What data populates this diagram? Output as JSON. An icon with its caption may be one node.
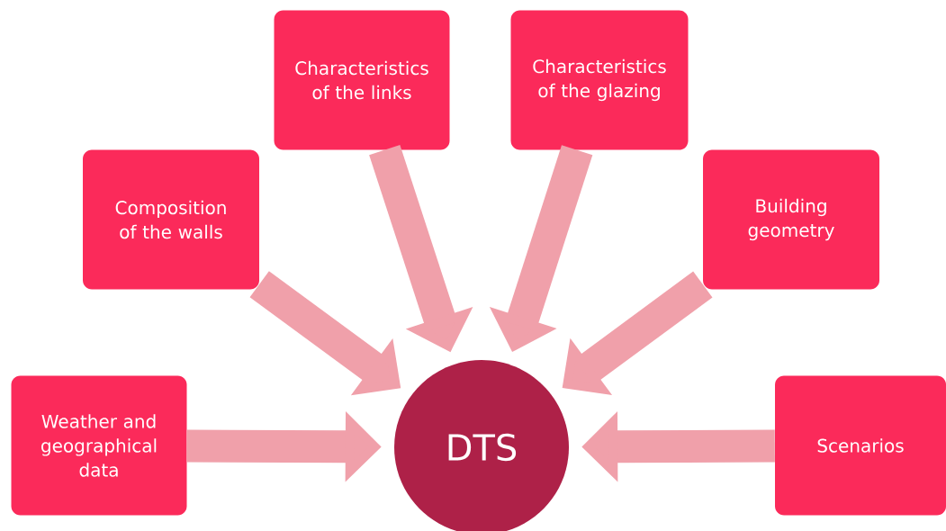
{
  "diagram": {
    "nodes": [
      {
        "text": [
          "Characteristics of the links"
        ]
      },
      {
        "text": [
          "Characteristics of the glazing"
        ]
      },
      {
        "text": [
          "Composition of the walls"
        ]
      },
      {
        "text": [
          "Building geometry"
        ]
      },
      {
        "text": [
          "Weather and geographical data"
        ]
      },
      {
        "text": [
          "DTS"
        ]
      },
      {
        "text": [
          "Scenarios"
        ]
      }
    ],
    "edges": [
      {
        "from": 0,
        "to": 5,
        "arrow": "to"
      },
      {
        "from": 1,
        "to": 5,
        "arrow": "to"
      },
      {
        "from": 2,
        "to": 5,
        "arrow": "to"
      },
      {
        "from": 3,
        "to": 5,
        "arrow": "to"
      },
      {
        "from": 4,
        "to": 5,
        "arrow": "to"
      },
      {
        "from": 6,
        "to": 5,
        "arrow": "to"
      }
    ]
  }
}
